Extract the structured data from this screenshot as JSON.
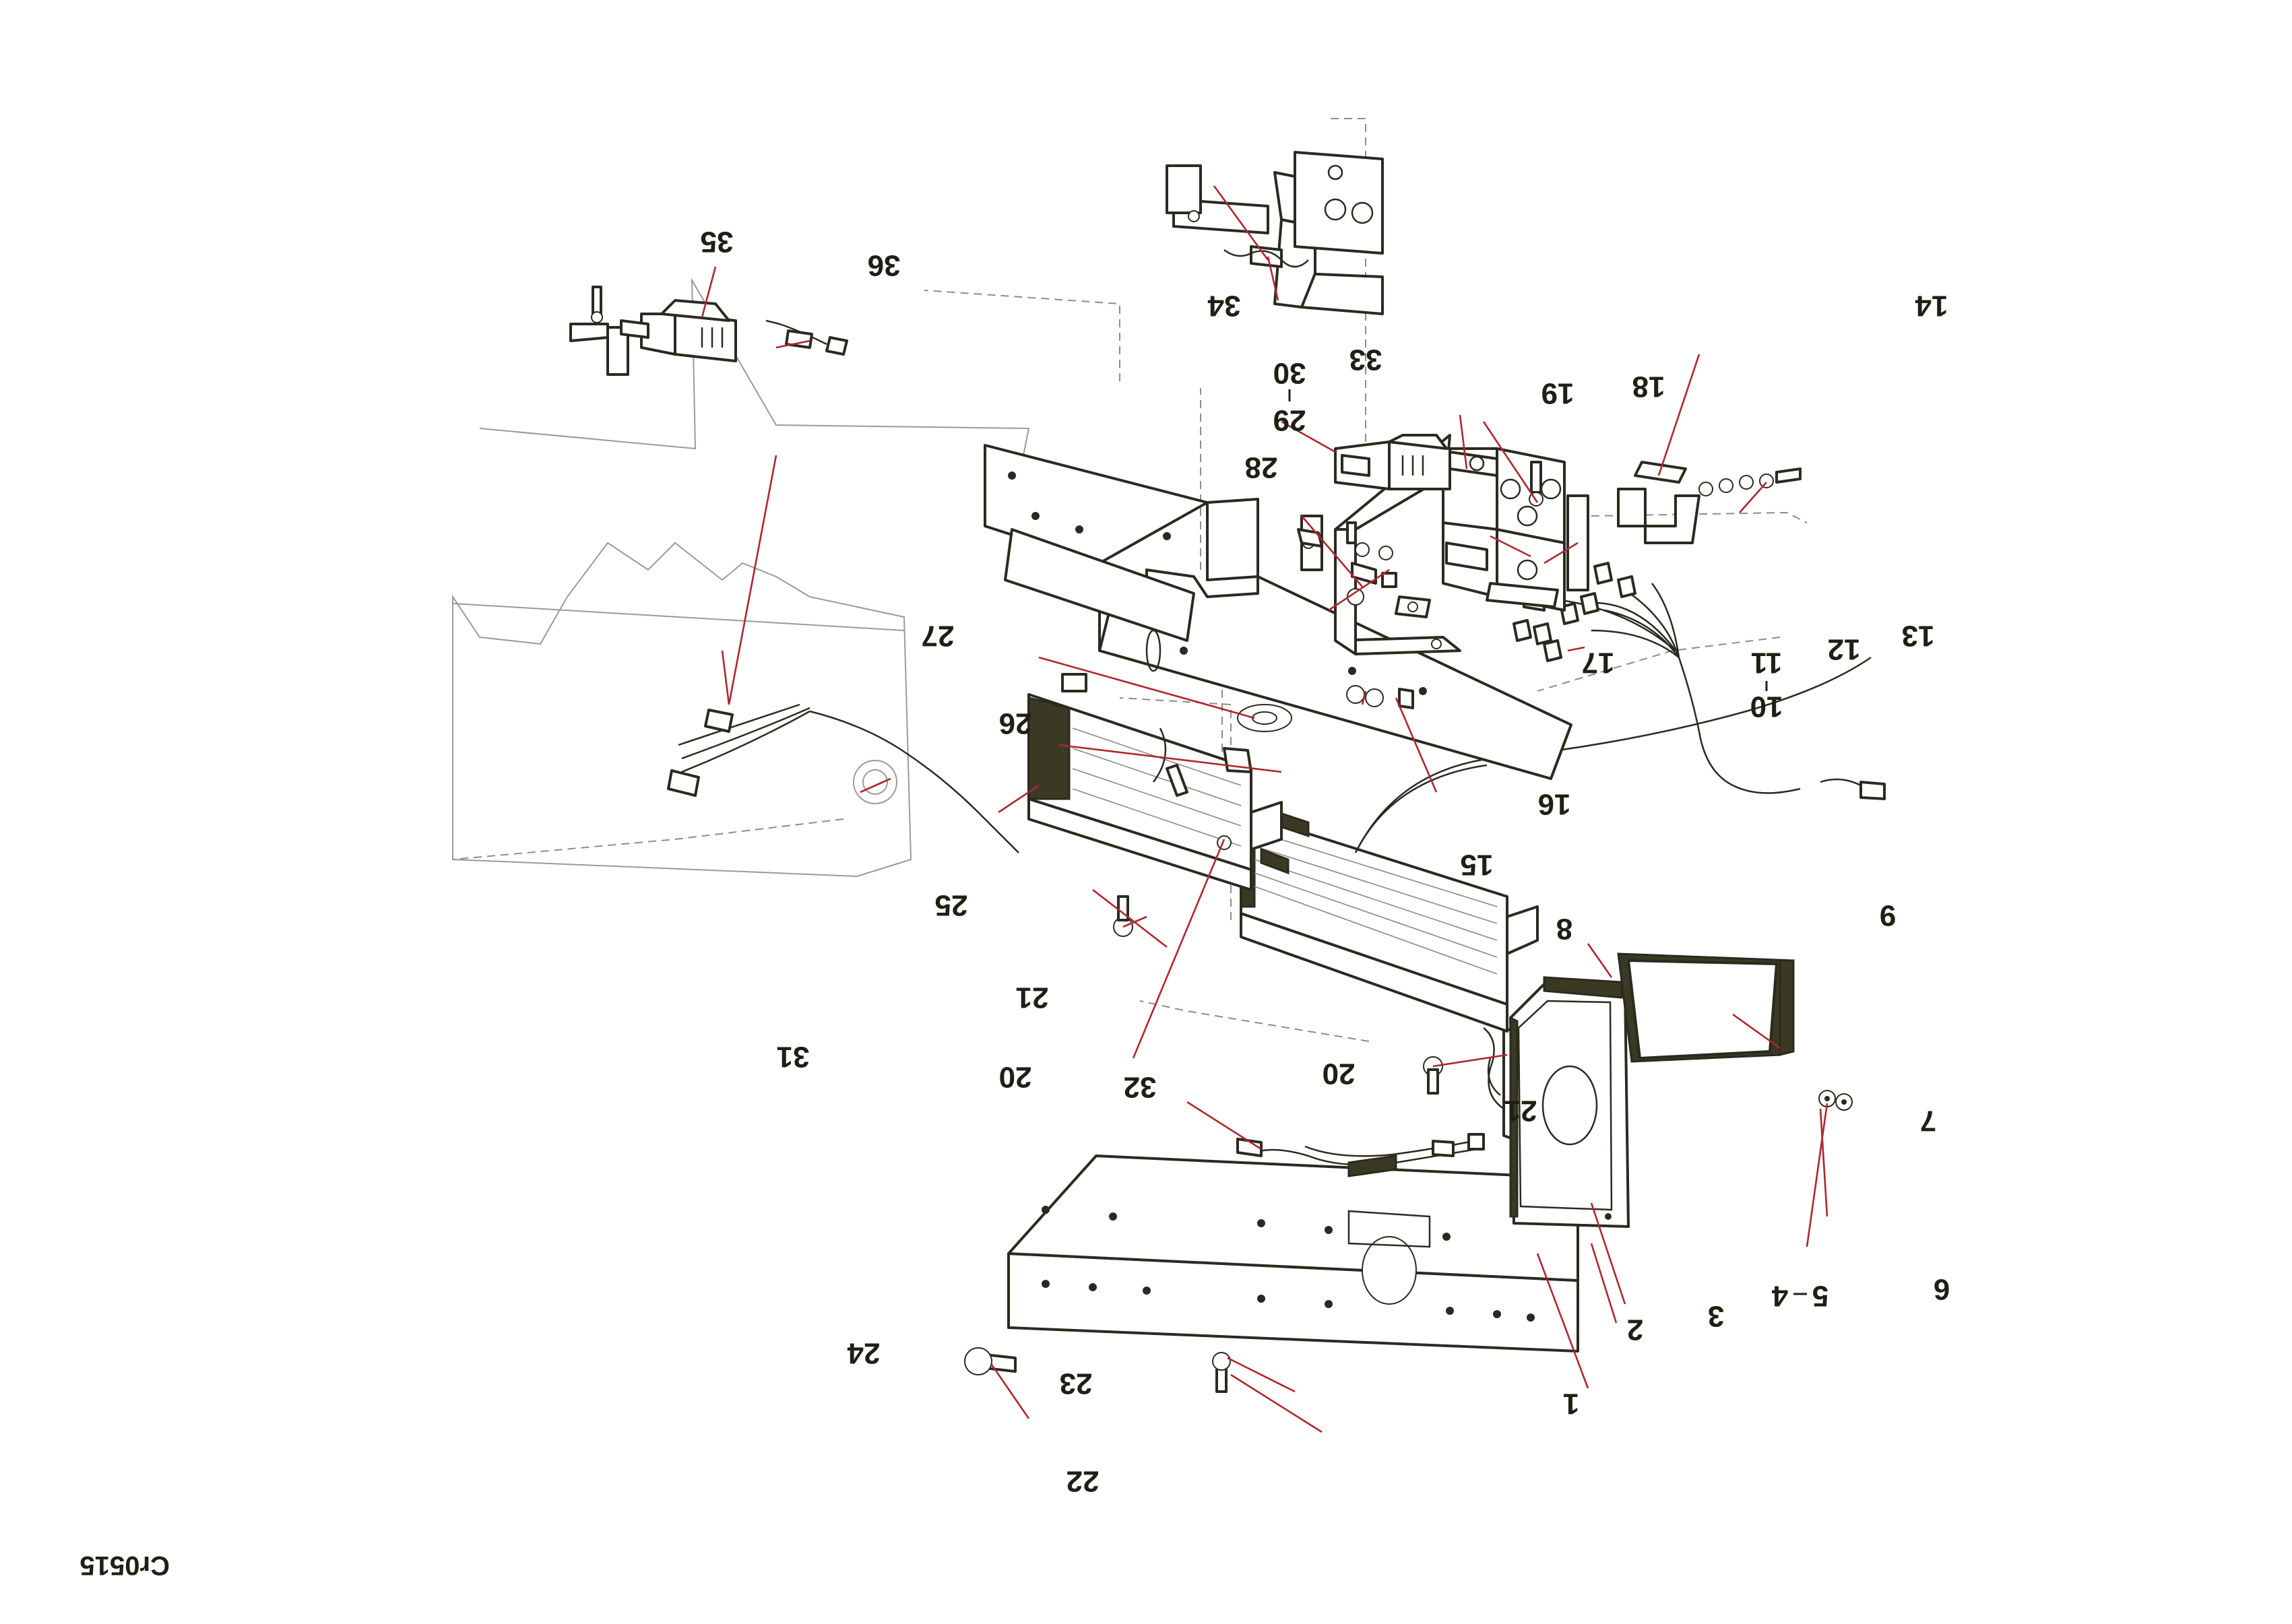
{
  "drawing_code": "Cr0515",
  "callouts": {
    "n1": "1",
    "n2": "2",
    "n3": "3",
    "n4": "4",
    "n5": "5",
    "n6": "6",
    "n7": "7",
    "n8": "8",
    "n9": "9",
    "n10": "10",
    "n11": "11",
    "n12": "12",
    "n13": "13",
    "n14": "14",
    "n15": "15",
    "n16": "16",
    "n17": "17",
    "n18": "18",
    "n19": "19",
    "n20a": "20",
    "n20b": "20",
    "n21a": "21",
    "n21b": "21",
    "n22": "22",
    "n23": "23",
    "n24": "24",
    "n25": "25",
    "n26": "26",
    "n27": "27",
    "n28": "28",
    "n29": "29",
    "n30": "30",
    "n31": "31",
    "n32": "32",
    "n33": "33",
    "n34": "34",
    "n35": "35",
    "n36": "36"
  },
  "colors": {
    "line": "#2b2a1f",
    "leader": "#b0262d",
    "ghost": "#9a9a9a",
    "dark_fill": "#3a3a24"
  }
}
